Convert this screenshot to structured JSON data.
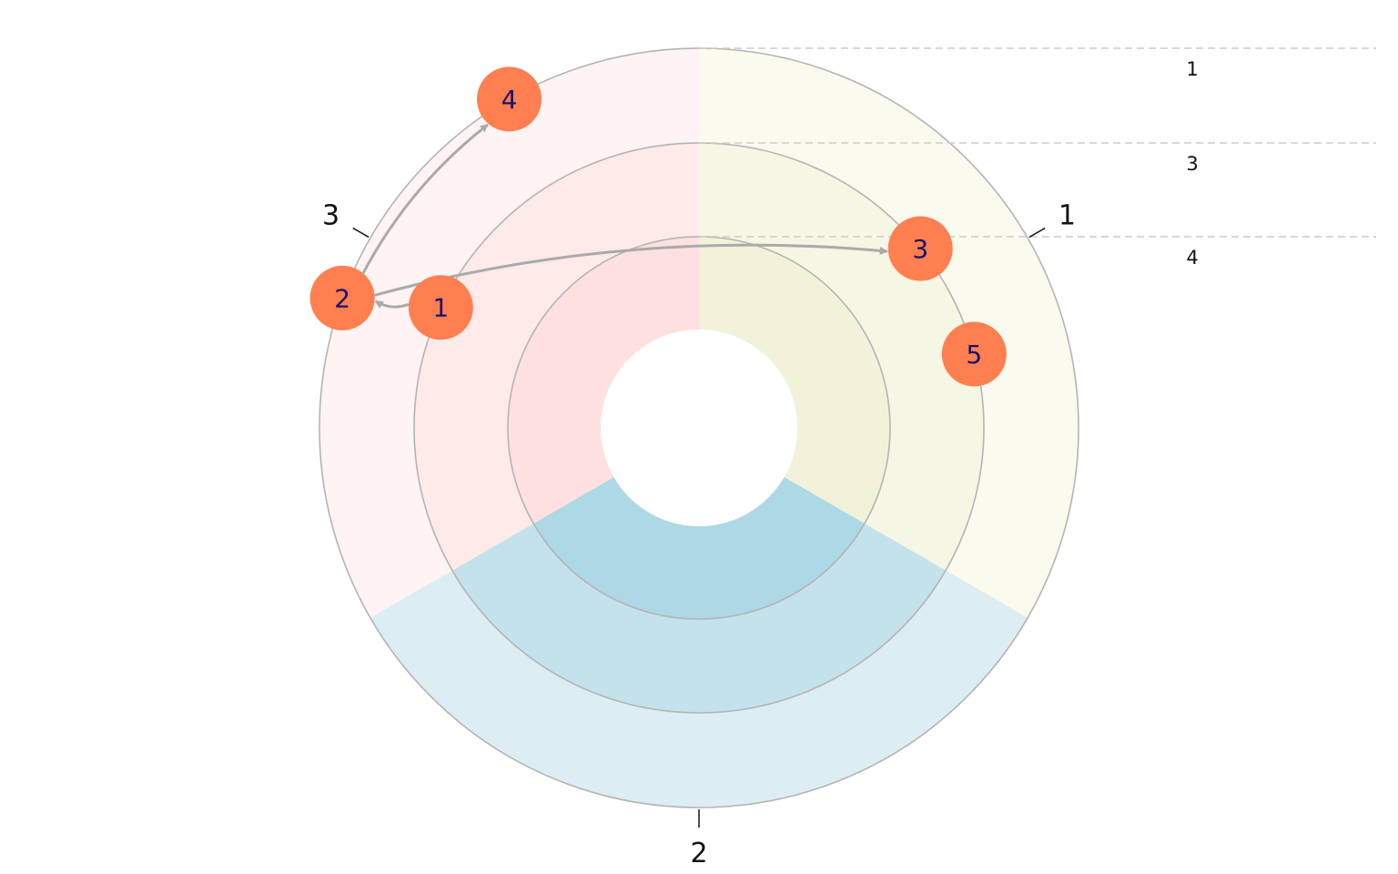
{
  "colors": {
    "background": "#ffffff",
    "ring_stroke": "#b4b4b4",
    "level_line": "#cccccc",
    "edge": "#aaaaaa",
    "node_fill": "#ff7f50",
    "node_text": "#1a1070",
    "label_text": "#111111"
  },
  "sectors": [
    {
      "label": "1",
      "start_deg": 0,
      "end_deg": 120,
      "shades": [
        "#f2f2da",
        "#f6f6e4",
        "#fafaef"
      ]
    },
    {
      "label": "2",
      "start_deg": 120,
      "end_deg": 240,
      "shades": [
        "#add8e6",
        "#c4e2ec",
        "#dcedf3"
      ]
    },
    {
      "label": "3",
      "start_deg": 240,
      "end_deg": 360,
      "shades": [
        "#ffe0e0",
        "#ffeaea",
        "#fff3f3"
      ]
    }
  ],
  "levels": [
    {
      "label": "4"
    },
    {
      "label": "3"
    },
    {
      "label": "1"
    }
  ],
  "nodes": [
    {
      "id": "1",
      "sector": "3",
      "level": 2,
      "angle": 295
    },
    {
      "id": "2",
      "sector": "3",
      "level": 3,
      "angle": 290
    },
    {
      "id": "3",
      "sector": "1",
      "level": 2,
      "angle": 51
    },
    {
      "id": "4",
      "sector": "3",
      "level": 3,
      "angle": 330
    },
    {
      "id": "5",
      "sector": "1",
      "level": 2,
      "angle": 75
    }
  ],
  "edges": [
    {
      "from": "1",
      "to": "2"
    },
    {
      "from": "2",
      "to": "3"
    },
    {
      "from": "2",
      "to": "4"
    }
  ]
}
